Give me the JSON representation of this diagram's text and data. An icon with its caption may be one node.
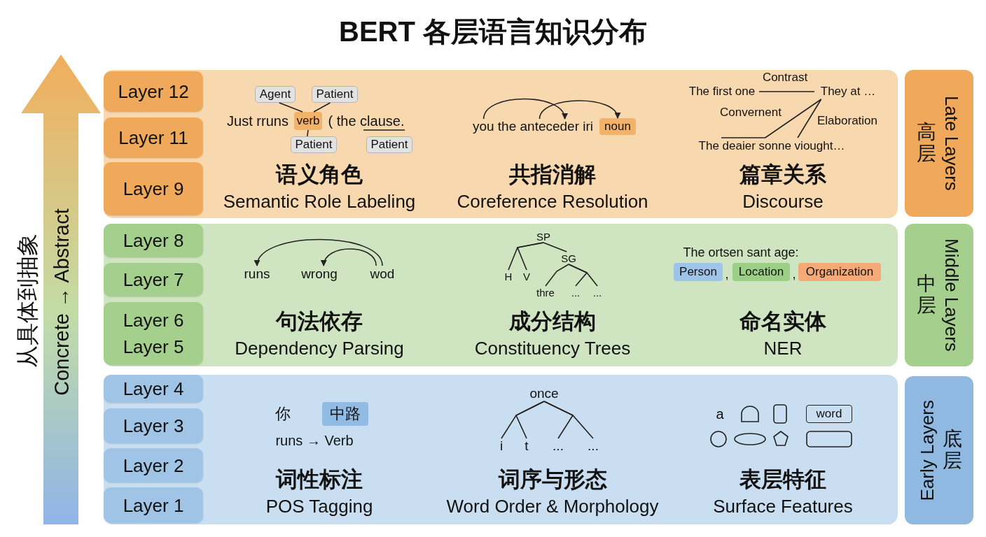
{
  "diagram": {
    "title": "BERT 各层语言知识分布",
    "nodes": [
      {
        "text": [
          "语义角色",
          "Semantic Role Labeling",
          "共指消解",
          "Coreference Resolution",
          "篇章关系",
          "Discourse"
        ]
      },
      {
        "text": [
          "Layer 12"
        ],
        "in": 0
      },
      {
        "text": [
          "Layer 11"
        ],
        "in": 0
      },
      {
        "text": [
          "Layer 9"
        ],
        "in": 0
      },
      {
        "text": [
          "Agent"
        ],
        "in": 0
      },
      {
        "text": [
          "Patient"
        ],
        "in": 0
      },
      {
        "text": [
          "verb"
        ],
        "in": 0
      },
      {
        "text": [
          "Patient"
        ],
        "in": 0
      },
      {
        "text": [
          "Patient"
        ],
        "in": 0
      },
      {
        "text": [
          "noun"
        ],
        "in": 0
      },
      {
        "text": [
          "The first one"
        ],
        "in": 0
      },
      {
        "text": [
          "They at …"
        ],
        "in": 0
      },
      {
        "text": [
          "The deaier sonne viought…"
        ],
        "in": 0
      },
      {
        "text": [
          "Late Layers",
          "高层"
        ]
      },
      {
        "text": [
          "句法依存",
          "Dependency Parsing",
          "成分结构",
          "Constituency Trees",
          "命名实体",
          "NER"
        ]
      },
      {
        "text": [
          "Layer 8"
        ],
        "in": 14
      },
      {
        "text": [
          "Layer 7"
        ],
        "in": 14
      },
      {
        "text": [
          "Layer 6",
          "Layer 5"
        ],
        "in": 14
      },
      {
        "text": [
          "runs"
        ],
        "in": 14
      },
      {
        "text": [
          "wrong"
        ],
        "in": 14
      },
      {
        "text": [
          "wod"
        ],
        "in": 14
      },
      {
        "text": [
          "SP"
        ],
        "in": 14
      },
      {
        "text": [
          "H"
        ],
        "in": 14
      },
      {
        "text": [
          "V"
        ],
        "in": 14
      },
      {
        "text": [
          "SG"
        ],
        "in": 14
      },
      {
        "text": [
          "thre"
        ],
        "in": 14
      },
      {
        "text": [
          "..."
        ],
        "in": 14
      },
      {
        "text": [
          "..."
        ],
        "in": 14
      },
      {
        "text": [
          "Person"
        ],
        "in": 14
      },
      {
        "text": [
          "Location"
        ],
        "in": 14
      },
      {
        "text": [
          "Organization"
        ],
        "in": 14
      },
      {
        "text": [
          "Middle Layers",
          "中层"
        ]
      },
      {
        "text": [
          "词性标注",
          "POS Tagging",
          "词序与形态",
          "Word Order & Morphology",
          "表层特征",
          "Surface Features"
        ]
      },
      {
        "text": [
          "Layer 4"
        ],
        "in": 32
      },
      {
        "text": [
          "Layer 3"
        ],
        "in": 32
      },
      {
        "text": [
          "Layer 2"
        ],
        "in": 32
      },
      {
        "text": [
          "Layer 1"
        ],
        "in": 32
      },
      {
        "text": [
          "中路"
        ],
        "in": 32
      },
      {
        "text": [
          "once"
        ],
        "in": 32
      },
      {
        "text": [
          "i"
        ],
        "in": 32
      },
      {
        "text": [
          "t"
        ],
        "in": 32
      },
      {
        "text": [
          "..."
        ],
        "in": 32
      },
      {
        "text": [
          "..."
        ],
        "in": 32
      },
      {
        "text": [
          "word"
        ],
        "in": 32
      },
      {
        "text": [
          "Early Layers",
          "底层"
        ]
      },
      {
        "text": [
          "you the anteceder iri"
        ],
        "in": 0
      }
    ],
    "edges": [
      {
        "from": 4,
        "to": 6,
        "arrow": "none"
      },
      {
        "from": 5,
        "to": 6,
        "arrow": "none"
      },
      {
        "from": 6,
        "to": 7,
        "arrow": "none"
      },
      {
        "from": 45,
        "to": 9,
        "arrow": "to"
      },
      {
        "from": 10,
        "to": 11,
        "arrow": "none",
        "label": "Contrast"
      },
      {
        "from": 11,
        "to": 12,
        "arrow": "none",
        "label": "Convernent"
      },
      {
        "from": 11,
        "to": 12,
        "arrow": "none",
        "label": "Elaboration"
      },
      {
        "from": 20,
        "to": 18,
        "arrow": "to"
      },
      {
        "from": 20,
        "to": 19,
        "arrow": "to"
      },
      {
        "from": 21,
        "to": 22,
        "arrow": "none"
      },
      {
        "from": 21,
        "to": 23,
        "arrow": "none"
      },
      {
        "from": 21,
        "to": 24,
        "arrow": "none"
      },
      {
        "from": 24,
        "to": 25,
        "arrow": "none"
      },
      {
        "from": 24,
        "to": 26,
        "arrow": "none"
      },
      {
        "from": 24,
        "to": 27,
        "arrow": "none"
      },
      {
        "from": 38,
        "to": 39,
        "arrow": "none"
      },
      {
        "from": 38,
        "to": 40,
        "arrow": "none"
      },
      {
        "from": 38,
        "to": 41,
        "arrow": "none"
      },
      {
        "from": 38,
        "to": 42,
        "arrow": "none"
      },
      {
        "from": 45,
        "to": 45,
        "arrow": "to"
      }
    ],
    "labels": [
      "Just rruns",
      "( the clause.",
      "The ortsen sant age:",
      ",",
      ",",
      "你",
      "runs → Verb",
      "a",
      "从具体到抽象",
      "Concrete → Abstract"
    ]
  }
}
